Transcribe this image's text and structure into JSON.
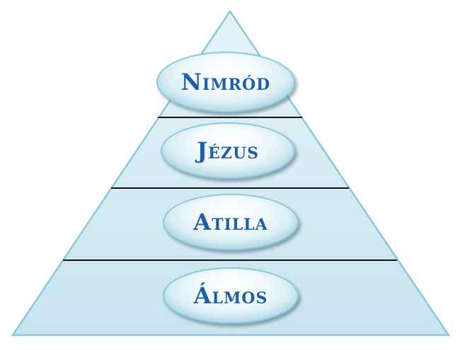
{
  "diagram": {
    "type": "pyramid",
    "levels": [
      {
        "label": "Nimród"
      },
      {
        "label": "Jézus"
      },
      {
        "label": "Atilla"
      },
      {
        "label": "Álmos"
      }
    ],
    "colors": {
      "tier_fill": "#cfe8f0",
      "tier_stroke": "#8ac8da",
      "divider": "#111111",
      "label_text": "#1f5fa8"
    }
  }
}
